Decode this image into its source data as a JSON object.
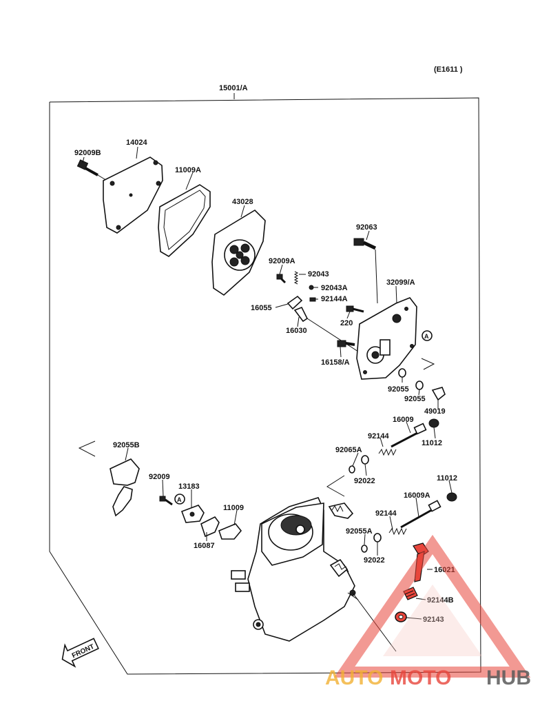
{
  "diagram": {
    "ref_code": "(E1611 )",
    "assembly_label": "15001/A",
    "front_label": "FRONT",
    "callout_letter": "A",
    "parts": [
      {
        "id": "p1",
        "label": "92009B"
      },
      {
        "id": "p2",
        "label": "14024"
      },
      {
        "id": "p3",
        "label": "11009A"
      },
      {
        "id": "p4",
        "label": "43028"
      },
      {
        "id": "p5",
        "label": "92063"
      },
      {
        "id": "p6",
        "label": "92009A"
      },
      {
        "id": "p7",
        "label": "92043"
      },
      {
        "id": "p8",
        "label": "92043A"
      },
      {
        "id": "p9",
        "label": "32099/A"
      },
      {
        "id": "p10",
        "label": "92144A"
      },
      {
        "id": "p11",
        "label": "16055"
      },
      {
        "id": "p12",
        "label": "220"
      },
      {
        "id": "p13",
        "label": "16030"
      },
      {
        "id": "p14",
        "label": "16158/A"
      },
      {
        "id": "p15",
        "label": "92055"
      },
      {
        "id": "p16",
        "label": "92055"
      },
      {
        "id": "p17",
        "label": "49019"
      },
      {
        "id": "p18",
        "label": "16009"
      },
      {
        "id": "p19",
        "label": "92144"
      },
      {
        "id": "p20",
        "label": "11012"
      },
      {
        "id": "p21",
        "label": "92055B"
      },
      {
        "id": "p22",
        "label": "92065A"
      },
      {
        "id": "p23",
        "label": "92022"
      },
      {
        "id": "p24",
        "label": "92009"
      },
      {
        "id": "p25",
        "label": "13183"
      },
      {
        "id": "p26",
        "label": "11012"
      },
      {
        "id": "p27",
        "label": "16009A"
      },
      {
        "id": "p28",
        "label": "11009"
      },
      {
        "id": "p29",
        "label": "92144"
      },
      {
        "id": "p30",
        "label": "16087"
      },
      {
        "id": "p31",
        "label": "92055A"
      },
      {
        "id": "p32",
        "label": "92022"
      },
      {
        "id": "p33",
        "label": "16021"
      },
      {
        "id": "p34",
        "label": "92144B"
      },
      {
        "id": "p35",
        "label": "92143"
      }
    ]
  },
  "watermark": {
    "part1": "AUTO",
    "part2": "MOTO",
    "part3": "HUB",
    "color_primary": "#e8463c",
    "color_secondary": "#f2b134",
    "color_tertiary": "#5a5a5a"
  }
}
